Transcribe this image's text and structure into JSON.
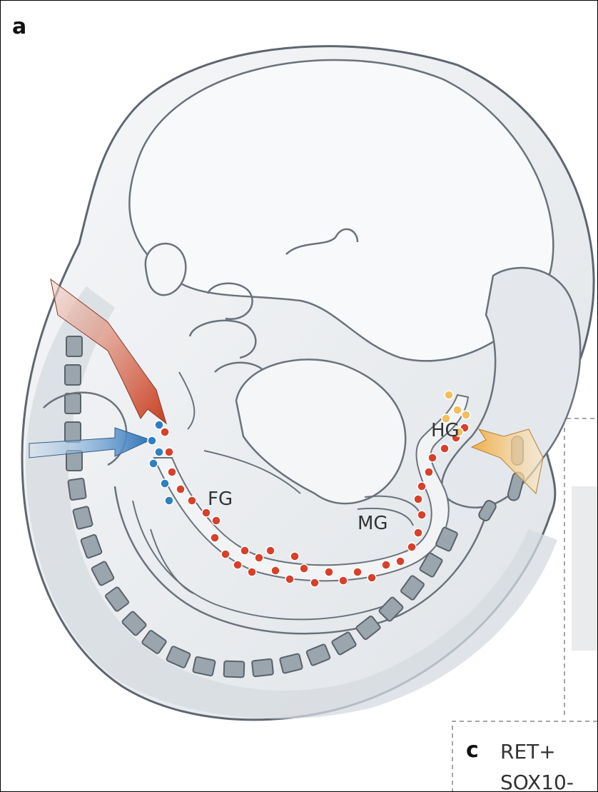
{
  "figure": {
    "panel_a_letter": "a",
    "panel_c_letter": "c",
    "labels": {
      "foregut": "FG",
      "midgut": "MG",
      "hindgut": "HG"
    },
    "inset_c_lines": [
      "RET+",
      "SOX10-"
    ],
    "colors": {
      "embryo_fill": "#eef0f3",
      "embryo_stroke": "#5e6670",
      "somite_fill": "#9aa5ae",
      "cell_red": "#d8402a",
      "cell_blue": "#2f7fc2",
      "cell_yellow": "#f2bf5f",
      "arrow_red": "#d04a2e",
      "arrow_blue": "#3a7fc0",
      "arrow_yellow": "#f0b860"
    },
    "icons": [
      "vagal-arrow-icon",
      "vagal-arrow-blue-icon",
      "sacral-arrow-icon"
    ]
  }
}
